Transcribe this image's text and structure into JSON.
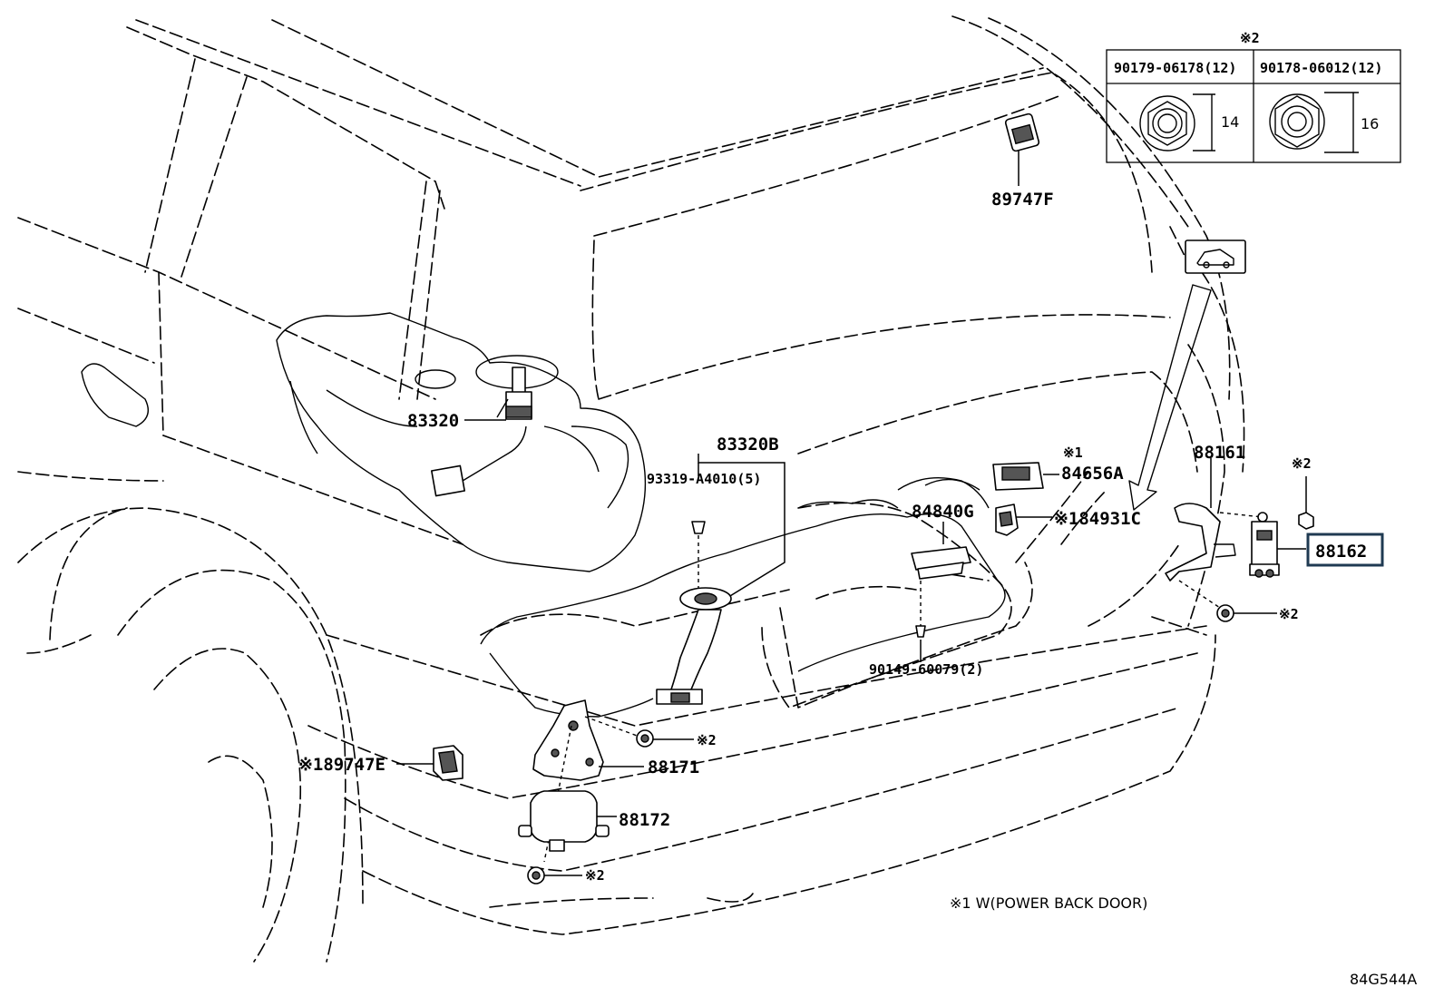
{
  "parts": {
    "p83320": "83320",
    "p83320B": "83320B",
    "p93319": "93319-A4010(5)",
    "p89747F": "89747F",
    "p84656A": "84656A",
    "p84656A_mark": "※1",
    "p84840G": "84840G",
    "p84931C": "※184931C",
    "p88161": "88161",
    "p88162": "88162",
    "p90149": "90149-60079(2)",
    "p88171": "88171",
    "p88172": "88172",
    "p89747E": "※189747E",
    "mark2": "※2"
  },
  "table": {
    "header": "※2",
    "col1": "90179-06178(12)",
    "col2": "90178-06012(12)",
    "dim1": "14",
    "dim2": "16"
  },
  "note": "※1  W(POWER BACK DOOR)",
  "figure_id": "84G544A",
  "highlighted_part": "88162"
}
